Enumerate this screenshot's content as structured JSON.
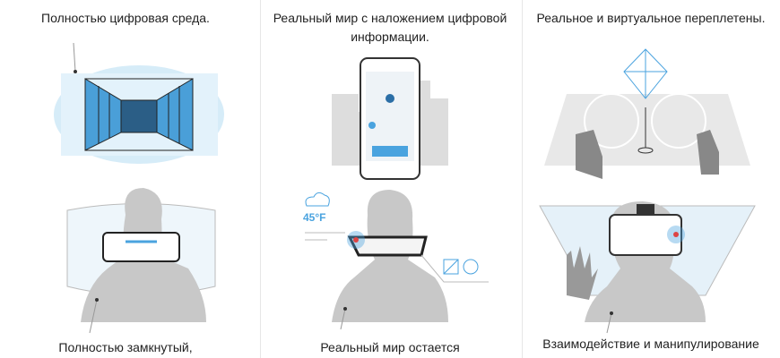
{
  "columns": [
    {
      "top_caption": "Полностью цифровая среда.",
      "bottom_caption": "Полностью замкнутый,"
    },
    {
      "top_caption": "Реальный мир с наложением цифровой информации.",
      "bottom_caption": "Реальный мир остается",
      "weather": "45°F"
    },
    {
      "top_caption": "Реальное и виртуальное переплетены.",
      "bottom_caption": "Взаимодействие и манипулирование"
    }
  ],
  "colors": {
    "accent": "#4aa3df",
    "gray": "#c8c8c8"
  }
}
